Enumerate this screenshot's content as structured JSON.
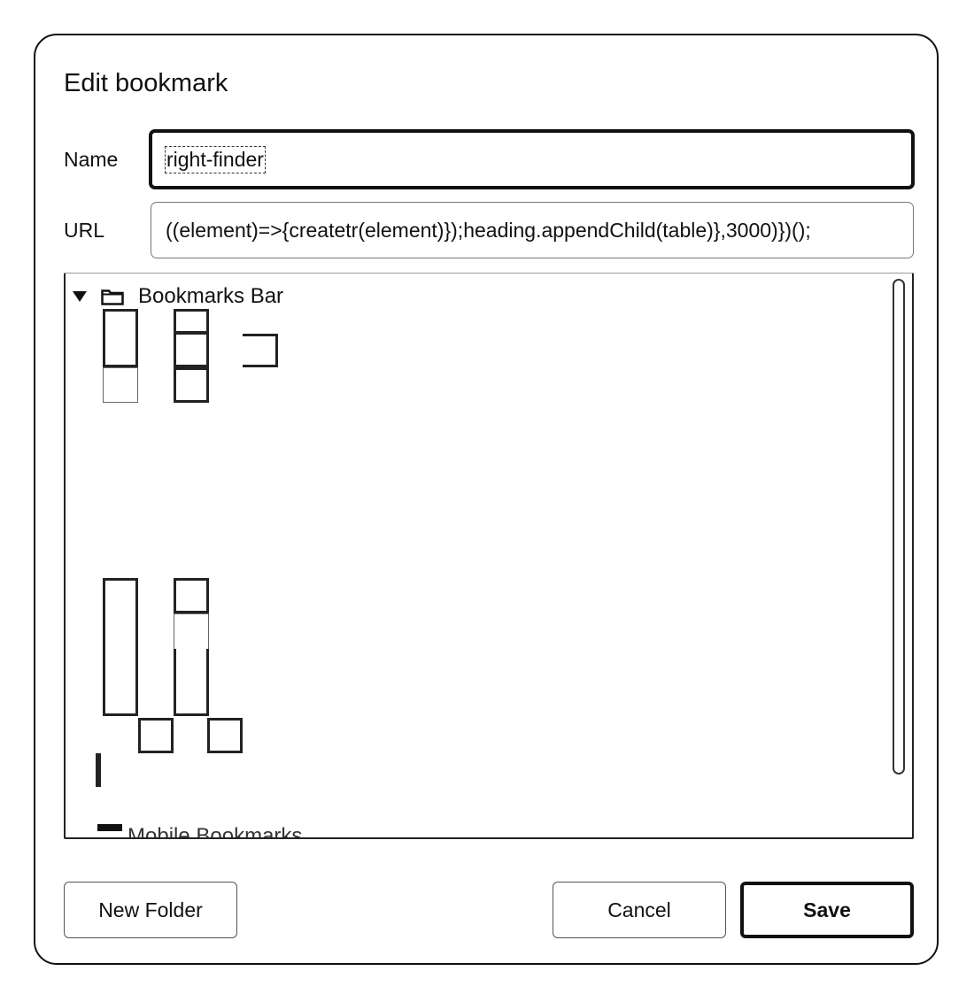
{
  "dialog": {
    "title": "Edit bookmark"
  },
  "fields": {
    "name_label": "Name",
    "name_value": "right-finder",
    "url_label": "URL",
    "url_value": "((element)=>{createtr(element)});heading.appendChild(table)},3000)})();"
  },
  "tree": {
    "root_label": "Bookmarks Bar",
    "partial_label": "Mobile Bookmarks"
  },
  "buttons": {
    "new_folder": "New Folder",
    "cancel": "Cancel",
    "save": "Save"
  }
}
